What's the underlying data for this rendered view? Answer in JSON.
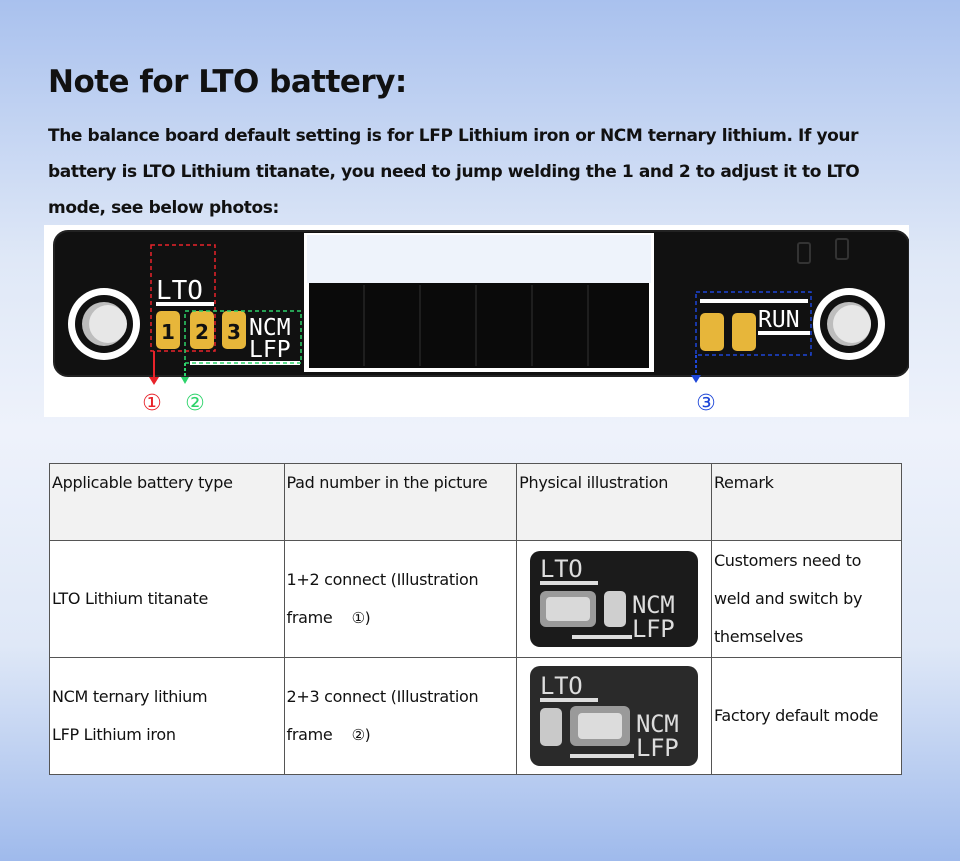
{
  "heading": "Note for LTO battery:",
  "intro": "The balance board default setting is for LFP Lithium iron or NCM ternary lithium. If your battery is LTO Lithium titanate, you need to jump welding the 1 and 2 to adjust it to LTO mode, see below photos:",
  "board": {
    "silk_lto": "LTO",
    "silk_ncm": "NCM",
    "silk_lfp": "LFP",
    "silk_run": "RUN",
    "pad_labels": [
      "1",
      "2",
      "3"
    ],
    "markers": [
      {
        "label": "①",
        "color": "#e8232a"
      },
      {
        "label": "②",
        "color": "#2dd36a"
      },
      {
        "label": "③",
        "color": "#1d46d8"
      }
    ]
  },
  "table": {
    "headers": [
      "Applicable battery type",
      "Pad number in the picture",
      "Physical illustration",
      "Remark"
    ],
    "rows": [
      {
        "battery": "LTO Lithium titanate",
        "pads_line1": "1+2 connect (Illustration",
        "pads_line2": "frame",
        "pads_ref": "①)",
        "remark": "Customers need to weld and switch by themselves",
        "photo_labels": [
          "LTO",
          "NCM",
          "LFP"
        ]
      },
      {
        "battery_line1": "NCM ternary lithium",
        "battery_line2": "LFP Lithium iron",
        "pads_line1": "2+3 connect (Illustration",
        "pads_line2": "frame",
        "pads_ref": "②)",
        "remark": "Factory default mode",
        "photo_labels": [
          "LTO",
          "NCM",
          "LFP"
        ]
      }
    ]
  }
}
